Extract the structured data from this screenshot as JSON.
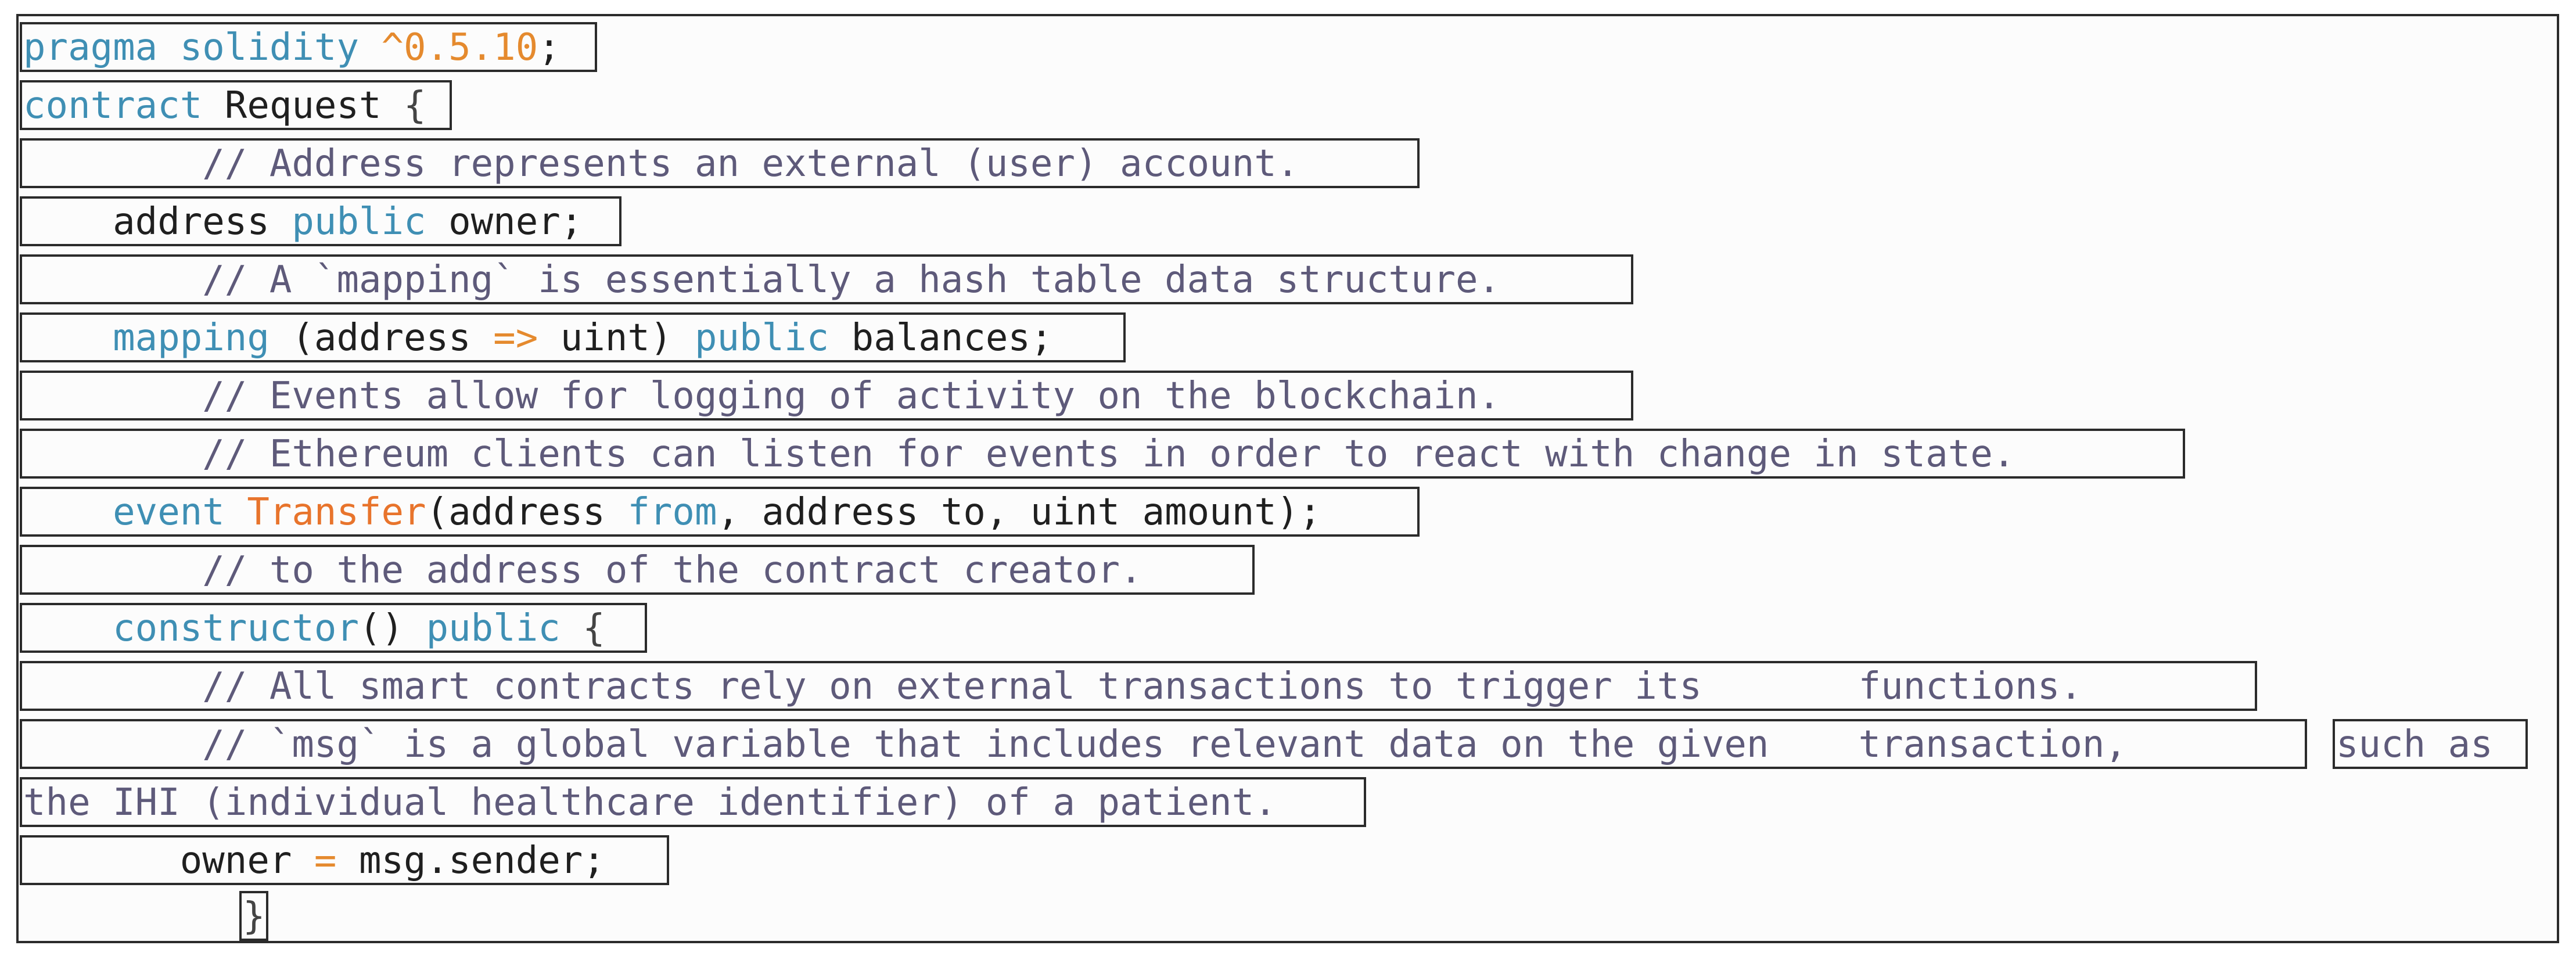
{
  "code": {
    "language": "solidity",
    "lines": [
      [
        "kw:pragma solidity ",
        "num:^0.5.10",
        "id:;"
      ],
      [
        "kw:contract",
        "id: Request ",
        "br:{"
      ],
      [
        "cm:        // Address represents an external (user) account."
      ],
      [
        "id:    address ",
        "kw:public",
        "id: owner;"
      ],
      [
        "cm:        // A `mapping` is essentially a hash table data structure."
      ],
      [
        "kw:    mapping",
        "id: (address ",
        "op:=>",
        "id: uint) ",
        "kw:public",
        "id: balances;"
      ],
      [
        "cm:        // Events allow for logging of activity on the blockchain."
      ],
      [
        "cm:        // Ethereum clients can listen for events in order to react with change in state."
      ],
      [
        "kw:    event ",
        "fn:Transfer",
        "id:(address ",
        "kw:from",
        "id:, address to, uint amount);"
      ],
      [
        "cm:        // to the address of the contract creator."
      ],
      [
        "kw:    constructor",
        "id:() ",
        "kw:public",
        "id: ",
        "br:{"
      ],
      [
        "cm:        // All smart contracts rely on external transactions to trigger its       functions."
      ],
      [
        "cm:        // `msg` is a global variable that includes relevant data on the given    transaction,"
      ],
      [
        "cm:such as"
      ],
      [
        "cm:the IHI (individual healthcare identifier) of a patient."
      ],
      [
        "id:       owner ",
        "op:=",
        "id: msg.sender;"
      ],
      [
        "br:}"
      ]
    ]
  }
}
